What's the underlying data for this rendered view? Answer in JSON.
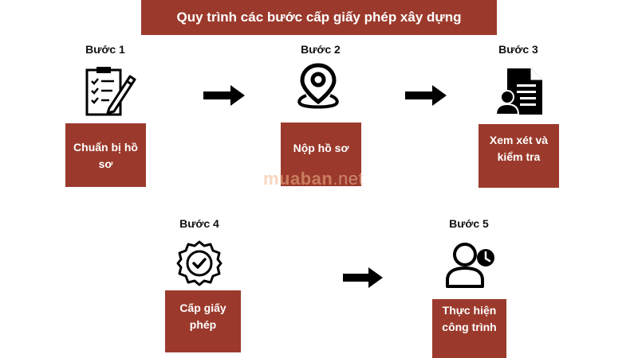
{
  "title": "Quy trình các bước cấp giấy phép xây dựng",
  "steps": [
    {
      "label": "Bước 1",
      "text": "Chuẩn bị hồ sơ",
      "icon": "checklist-icon"
    },
    {
      "label": "Bước 2",
      "text": "Nộp hồ sơ",
      "icon": "map-pin-icon"
    },
    {
      "label": "Bước 3",
      "text": "Xem xét và kiểm tra",
      "icon": "document-person-icon"
    },
    {
      "label": "Bước 4",
      "text": "Cấp giấy phép",
      "icon": "certified-badge-icon"
    },
    {
      "label": "Bước 5",
      "text": "Thực hiện công trình",
      "icon": "user-clock-icon"
    }
  ],
  "watermark": {
    "brand": "muaban",
    "suffix": ".net"
  },
  "colors": {
    "box": "#9b3a2c",
    "arrow": "#000000",
    "text_on_box": "#ffffff"
  }
}
